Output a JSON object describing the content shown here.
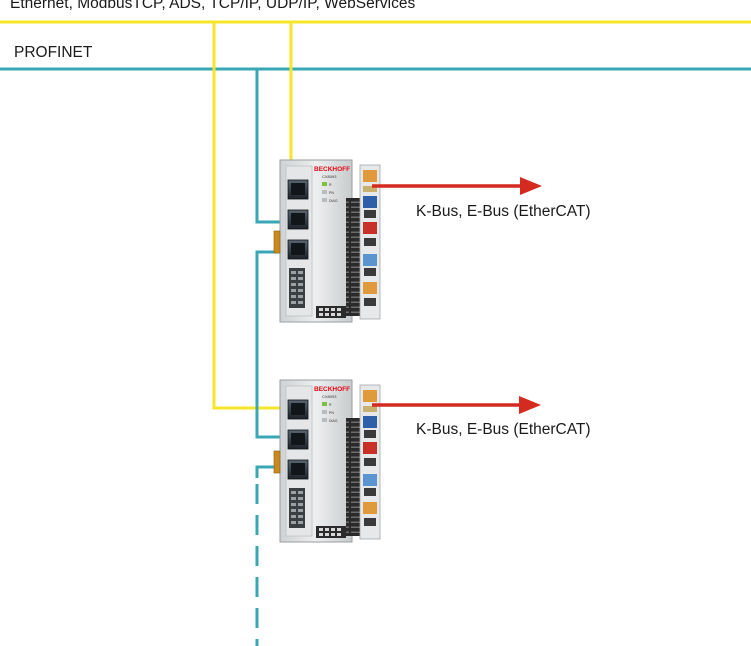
{
  "bus_ethernet": {
    "label": "Ethernet, ModbusTCP, ADS, TCP/IP, UDP/IP, WebServices",
    "color": "#f5e62a"
  },
  "bus_profinet": {
    "label": "PROFINET",
    "color": "#3aa7b5"
  },
  "arrow_color": "#d42a1f",
  "controllers": [
    {
      "brand": "BECKHOFF",
      "model": "CX8093",
      "led_labels": [
        "R",
        "PN",
        "DIAG"
      ],
      "output_label": "K-Bus, E-Bus (EtherCAT)"
    },
    {
      "brand": "BECKHOFF",
      "model": "CX8093",
      "led_labels": [
        "R",
        "PN",
        "DIAG"
      ],
      "output_label": "K-Bus, E-Bus (EtherCAT)"
    }
  ]
}
